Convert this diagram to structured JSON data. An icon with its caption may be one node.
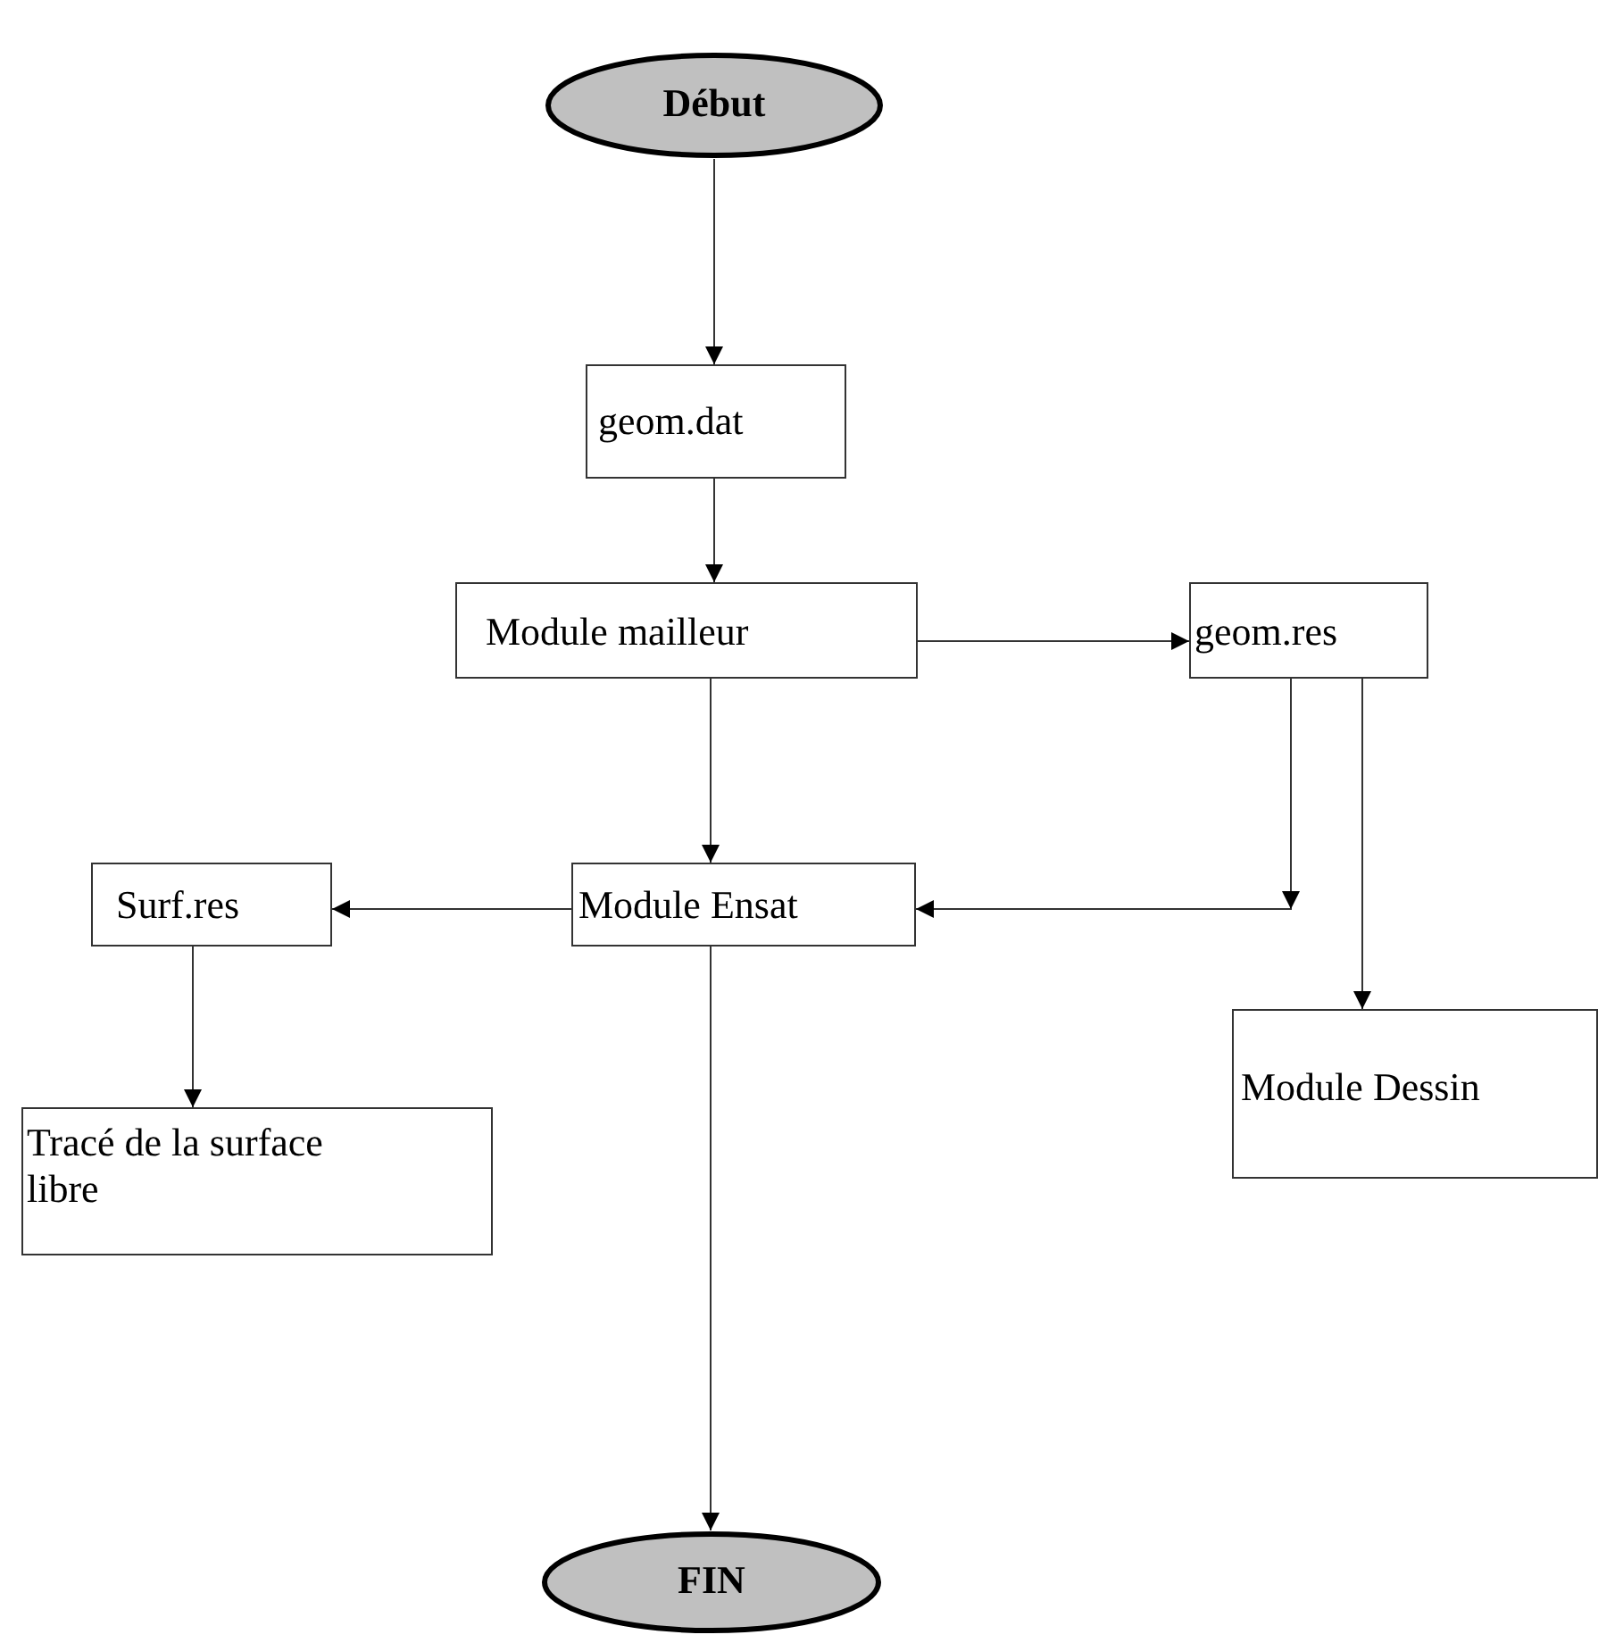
{
  "diagram": {
    "nodes": [
      {
        "text": [
          "Début"
        ]
      },
      {
        "text": [
          "geom.dat"
        ]
      },
      {
        "text": [
          "Module mailleur"
        ]
      },
      {
        "text": [
          "geom.res"
        ]
      },
      {
        "text": [
          "Surf.res"
        ]
      },
      {
        "text": [
          "Module Ensat"
        ]
      },
      {
        "text": [
          "Tracé de la surface libre"
        ]
      },
      {
        "text": [
          "Module Dessin"
        ]
      },
      {
        "text": [
          "FIN"
        ]
      }
    ],
    "edges": [
      {
        "from": 0,
        "to": 1,
        "arrow": "to"
      },
      {
        "from": 1,
        "to": 2,
        "arrow": "to"
      },
      {
        "from": 2,
        "to": 3,
        "arrow": "to"
      },
      {
        "from": 2,
        "to": 5,
        "arrow": "to"
      },
      {
        "from": 3,
        "to": 5,
        "arrow": "to"
      },
      {
        "from": 3,
        "to": 7,
        "arrow": "to"
      },
      {
        "from": 5,
        "to": 4,
        "arrow": "to"
      },
      {
        "from": 4,
        "to": 6,
        "arrow": "to"
      },
      {
        "from": 5,
        "to": 8,
        "arrow": "to"
      }
    ]
  }
}
